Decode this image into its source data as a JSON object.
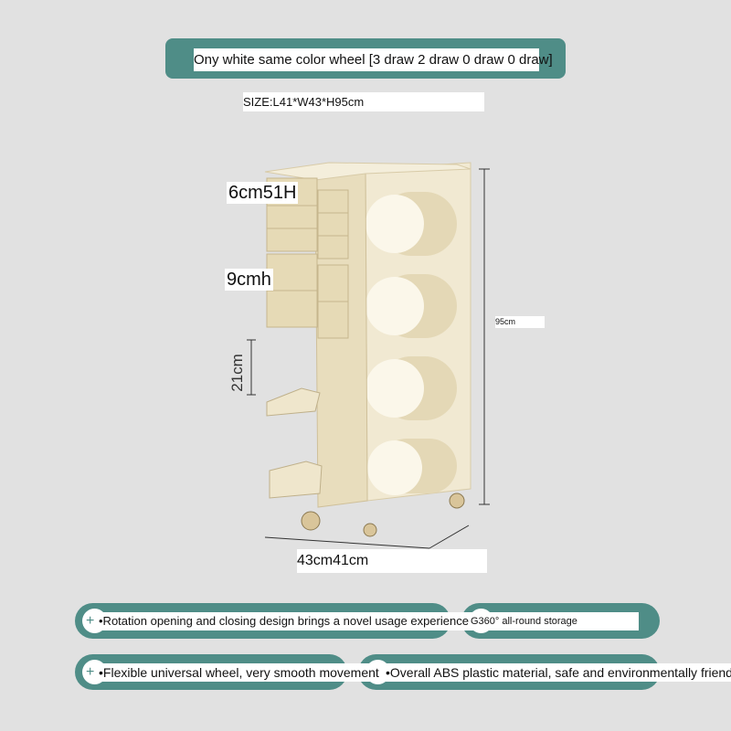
{
  "banner": {
    "text": "Ony white   same color wheel [3 draw  2 draw  0 draw  0 draw]"
  },
  "size": {
    "text": "SIZE:L41*W43*H95cm"
  },
  "dimensions": {
    "top_drawer": "6cm51H",
    "mid_drawer": "9cmh",
    "shelf": "21cm",
    "height": "95cm",
    "base": "43cm41cm"
  },
  "features": [
    {
      "text": "•Rotation opening and closing design brings a novel usage experience"
    },
    {
      "text": "G360° all-round storage"
    },
    {
      "text": "•Flexible universal wheel, very smooth movement"
    },
    {
      "text": "•Overall ABS plastic material, safe and environmentally friendly"
    }
  ],
  "colors": {
    "accent": "#4f8d87",
    "background": "#e1e1e1",
    "product": "#efe6cc"
  }
}
